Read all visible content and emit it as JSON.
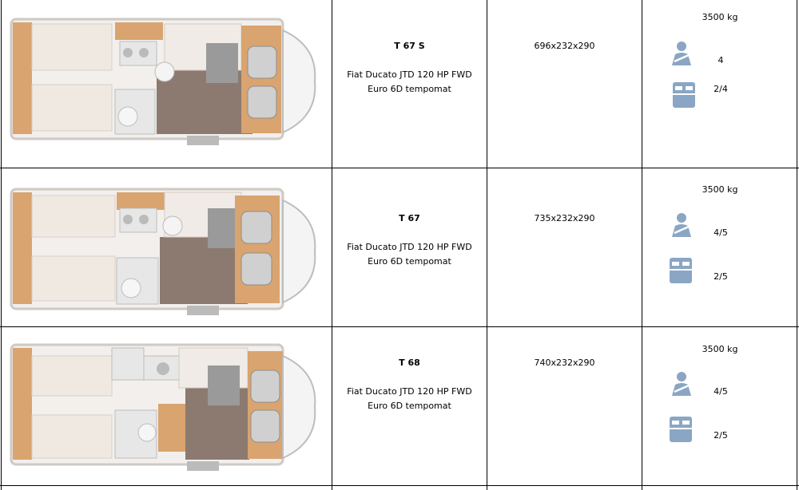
{
  "rows": [
    {
      "model": "T 67 S",
      "engine_line1": "Fiat Ducato JTD 120 HP FWD",
      "engine_line2": "Euro 6D tempomat",
      "dimensions": "696x232x290",
      "weight": "3500 kg",
      "seats": "4",
      "berths": "2/4",
      "icons": {
        "seat": "seatbelt-seat-icon",
        "bed": "bed-icon"
      }
    },
    {
      "model": "T 67",
      "engine_line1": "Fiat Ducato JTD 120 HP FWD",
      "engine_line2": "Euro 6D tempomat",
      "dimensions": "735x232x290",
      "weight": "3500 kg",
      "seats": "4/5",
      "berths": "2/5",
      "icons": {
        "seat": "seatbelt-seat-icon",
        "bed": "bed-icon"
      }
    },
    {
      "model": "T 68",
      "engine_line1": "Fiat Ducato JTD 120 HP FWD",
      "engine_line2": "Euro 6D tempomat",
      "dimensions": "740x232x290",
      "weight": "3500 kg",
      "seats": "4/5",
      "berths": "2/5",
      "icons": {
        "seat": "seatbelt-seat-icon",
        "bed": "bed-icon"
      }
    }
  ],
  "colors": {
    "icon": "#8aa6c4",
    "wood": "#d9a46f",
    "floor": "#8c7a70",
    "border": "#000000"
  }
}
